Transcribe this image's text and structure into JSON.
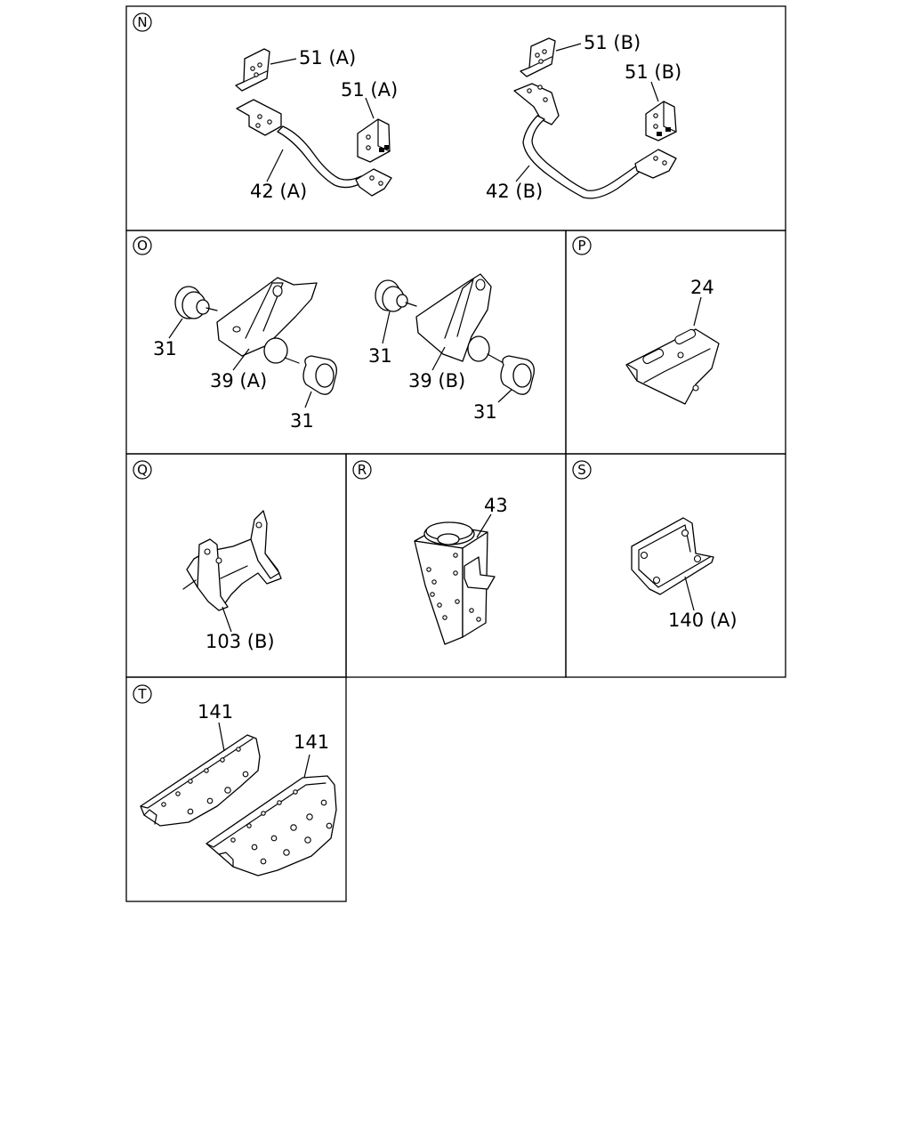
{
  "sections": {
    "N": {
      "letter": "N",
      "labels": {
        "bracket_a_1": "51 (A)",
        "bracket_a_2": "51 (A)",
        "bar_a": "42 (A)",
        "bracket_b_1": "51 (B)",
        "bracket_b_2": "51 (B)",
        "bar_b": "42 (B)"
      }
    },
    "O": {
      "letter": "O",
      "labels": {
        "bush_1": "31",
        "hanger_a": "39 (A)",
        "bush_2": "31",
        "bush_3": "31",
        "hanger_b": "39 (B)",
        "bush_4": "31"
      }
    },
    "P": {
      "letter": "P",
      "labels": {
        "bracket": "24"
      }
    },
    "Q": {
      "letter": "Q",
      "labels": {
        "hanger": "103 (B)"
      }
    },
    "R": {
      "letter": "R",
      "labels": {
        "mount": "43"
      }
    },
    "S": {
      "letter": "S",
      "labels": {
        "bracket": "140 (A)"
      }
    },
    "T": {
      "letter": "T",
      "labels": {
        "plate_1": "141",
        "plate_2": "141"
      }
    }
  }
}
